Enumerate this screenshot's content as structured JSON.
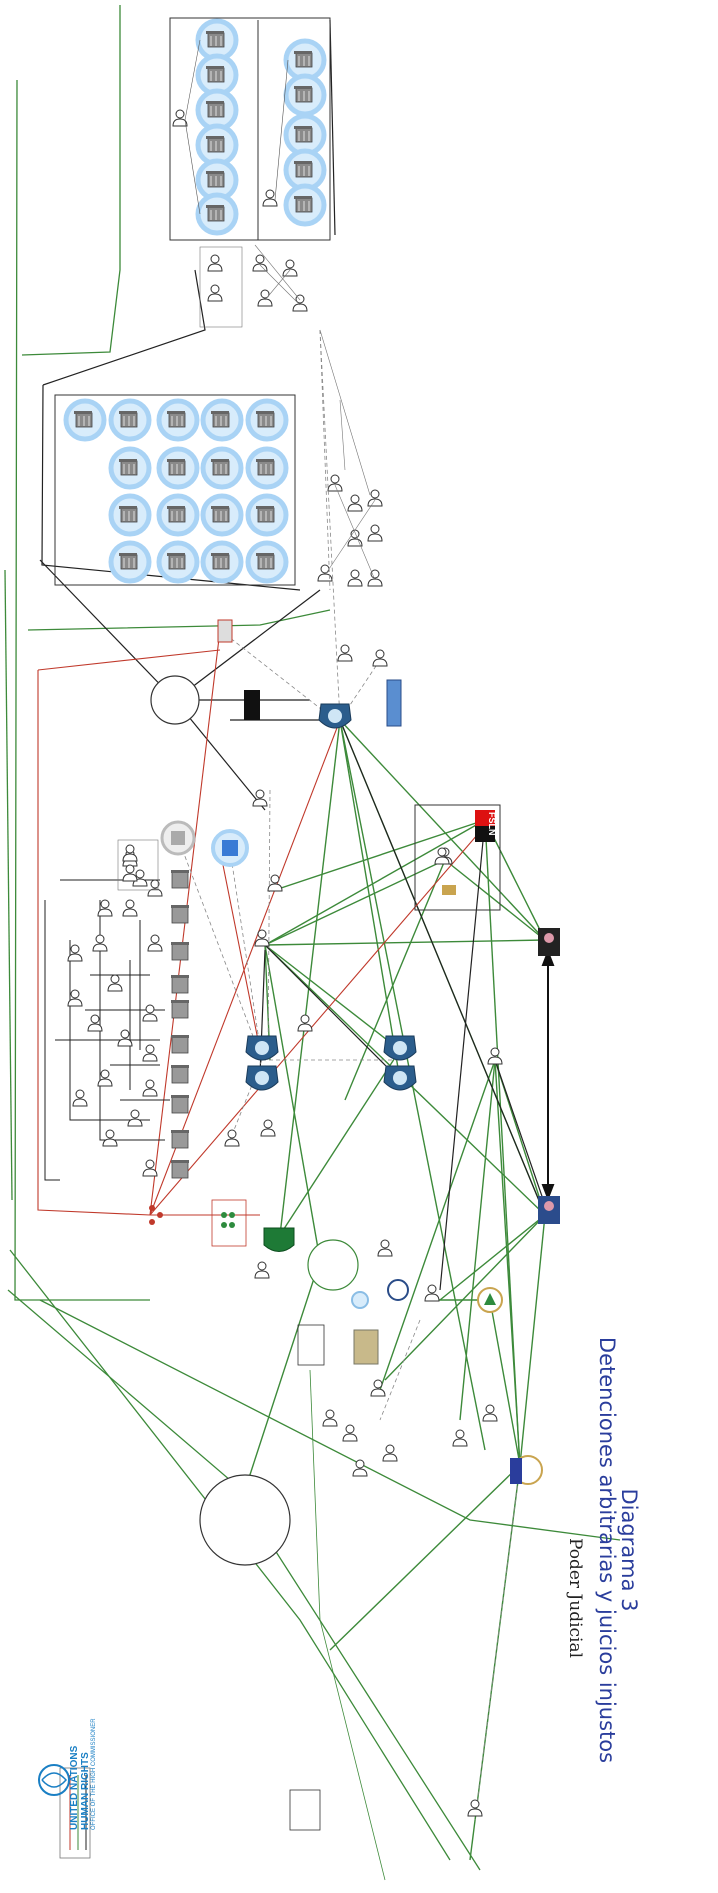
{
  "diagram": {
    "title_line1": "Diagrama 3",
    "title_line2": "Detenciones arbitrarias y juicios injustos",
    "poder_judicial": "Poder Judicial",
    "fsln_label": "FSLN"
  },
  "logo": {
    "line1": "UNITED NATIONS",
    "line2": "HUMAN RIGHTS",
    "line3": "OFFICE OF THE HIGH COMMISSIONER"
  },
  "colors": {
    "green_line": "#3d8a3a",
    "red_line": "#c0392b",
    "black_line": "#222222",
    "building_circle": "#a9d3f5",
    "title": "#2a3d9c",
    "un_blue": "#1a7fc4"
  },
  "icons": [
    "person-icon",
    "building-icon",
    "police-badge-icon",
    "fsln-flag-icon",
    "gavel-icon",
    "un-logo-icon",
    "portrait-icon"
  ]
}
